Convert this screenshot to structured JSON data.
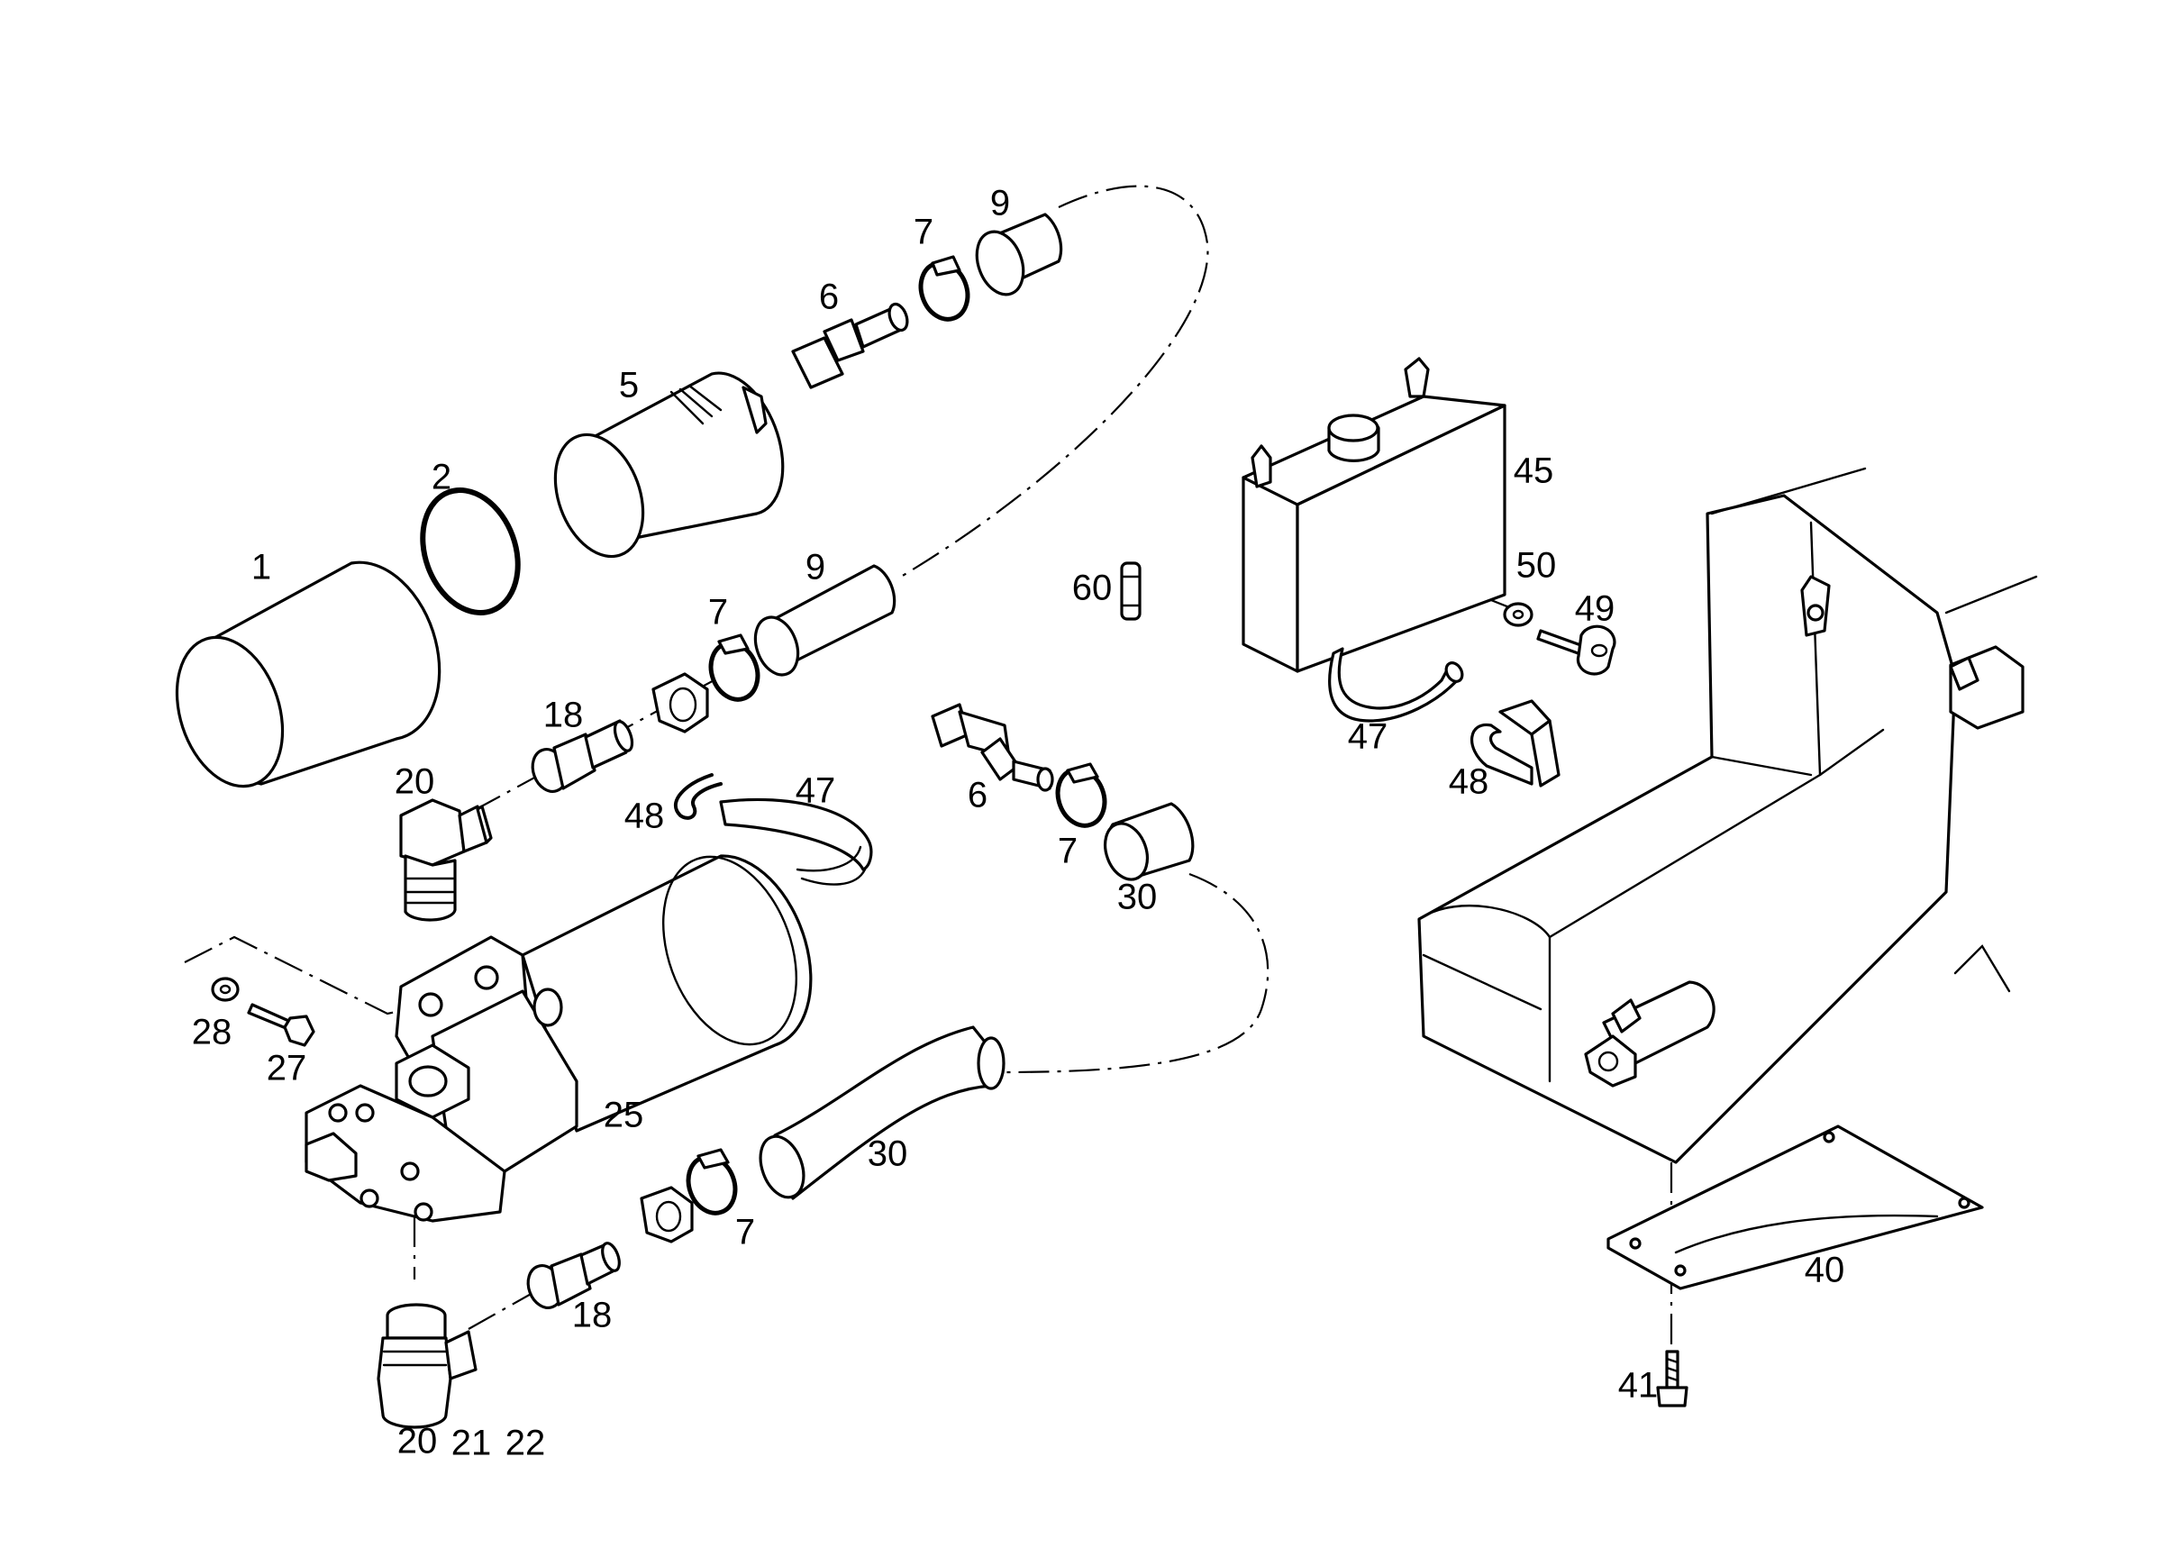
{
  "labels": {
    "l1": "1",
    "l2": "2",
    "l5": "5",
    "l6a": "6",
    "l7a": "7",
    "l9a": "9",
    "l9b": "9",
    "l7b": "7",
    "l18a": "18",
    "l20a": "20",
    "l48a": "48",
    "l47a": "47",
    "l60": "60",
    "l45": "45",
    "l50": "50",
    "l49": "49",
    "l47b": "47",
    "l48b": "48",
    "l6b": "6",
    "l7c": "7",
    "l30a": "30",
    "l28": "28",
    "l27": "27",
    "l25": "25",
    "l30b": "30",
    "l7d": "7",
    "l18b": "18",
    "l20b": "20",
    "l21": "21",
    "l22": "22",
    "l40": "40",
    "l41": "41"
  },
  "colors": {
    "ink": "#000000",
    "paper": "#ffffff"
  }
}
